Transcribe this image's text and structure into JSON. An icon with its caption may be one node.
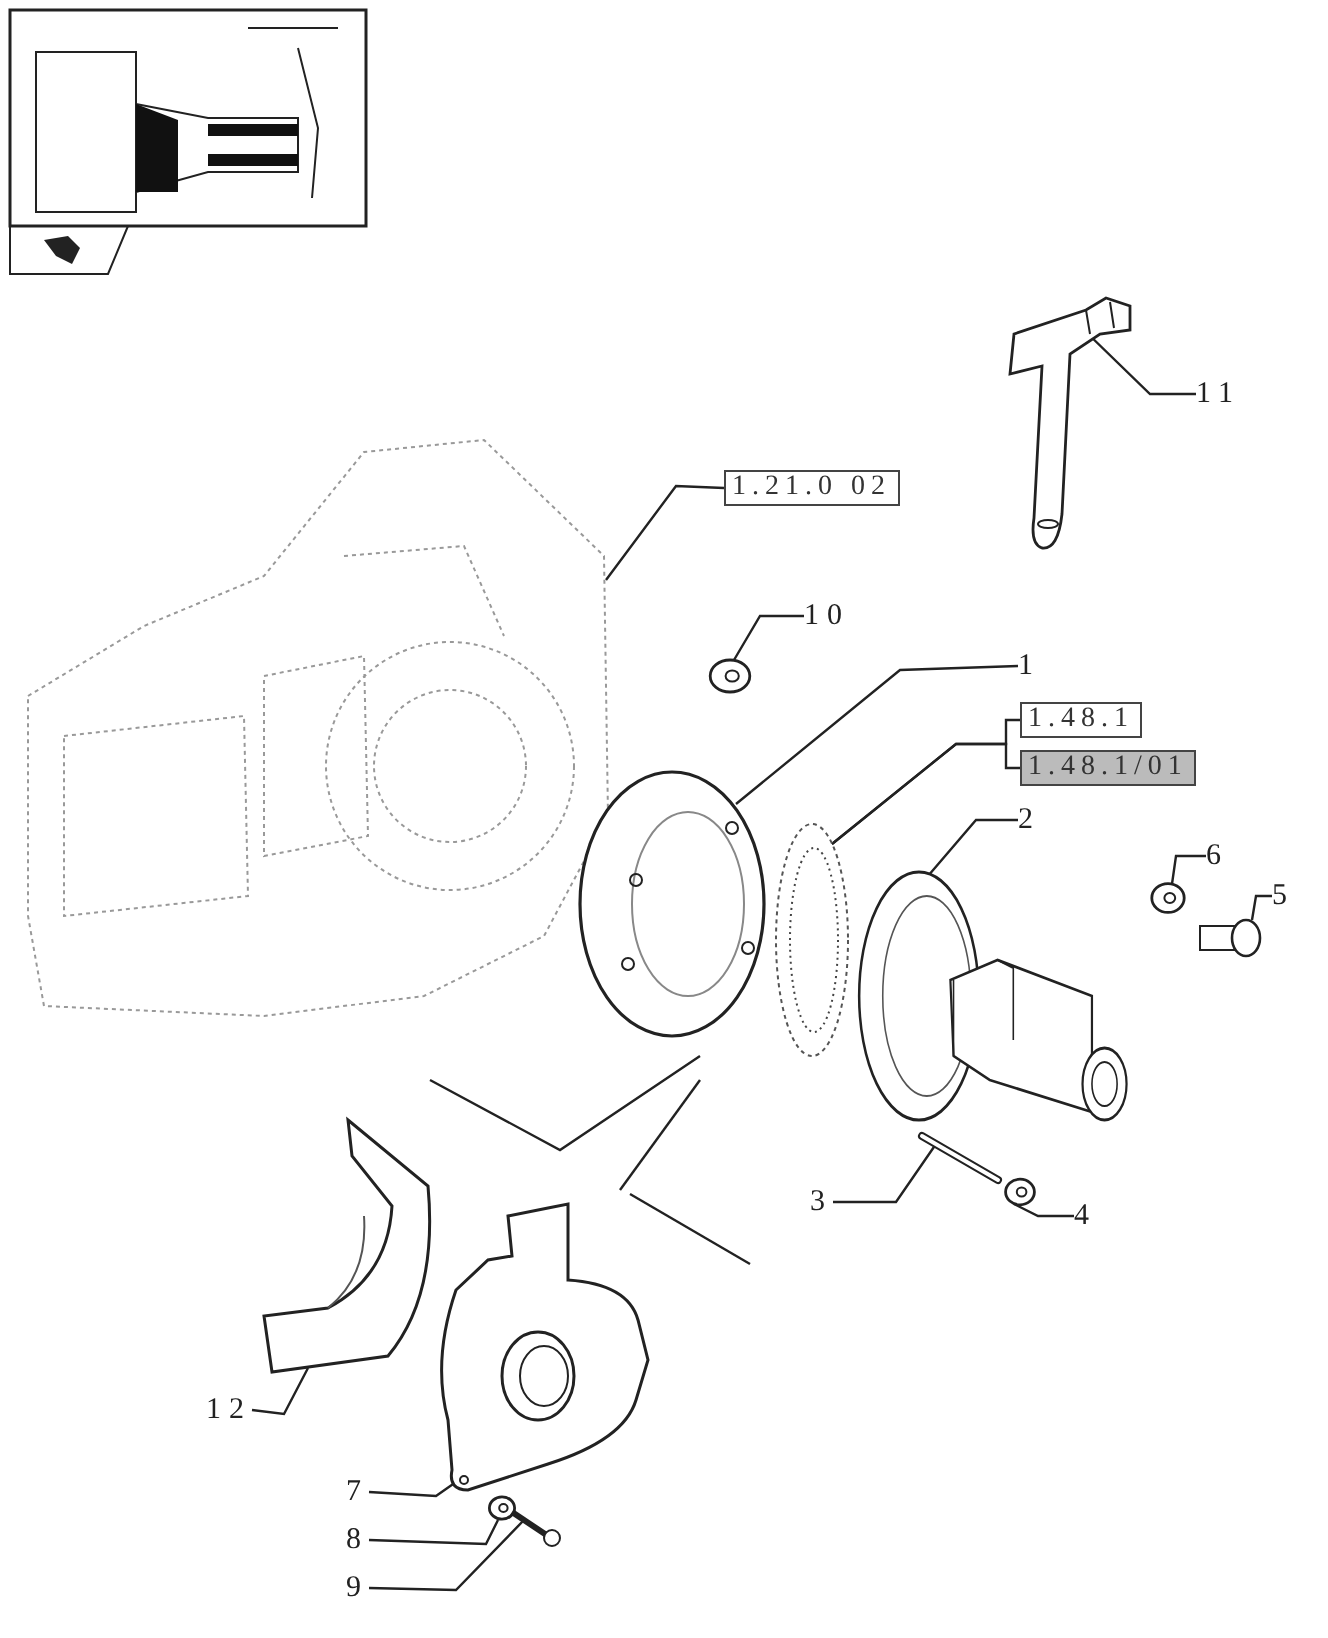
{
  "diagram": {
    "nodes": [
      {
        "text": [
          "11"
        ]
      },
      {
        "text": [],
        "shape": "picture"
      },
      {
        "text": [
          "1.21.0 02"
        ]
      },
      {
        "text": [],
        "shape": "picture"
      },
      {
        "text": [
          "10"
        ]
      },
      {
        "text": [],
        "shape": "picture"
      },
      {
        "text": [
          "1"
        ]
      },
      {
        "text": [
          "1.48.1"
        ]
      },
      {
        "text": [
          "1.48.1/01"
        ]
      },
      {
        "text": [],
        "shape": "picture"
      },
      {
        "text": [],
        "shape": "picture"
      },
      {
        "text": [
          "2"
        ]
      },
      {
        "text": [],
        "shape": "picture"
      },
      {
        "text": [
          "6"
        ]
      },
      {
        "text": [],
        "shape": "picture"
      },
      {
        "text": [
          "5"
        ]
      },
      {
        "text": [],
        "shape": "picture"
      },
      {
        "text": [
          "3"
        ]
      },
      {
        "text": [],
        "shape": "picture"
      },
      {
        "text": [
          "4"
        ]
      },
      {
        "text": [],
        "shape": "picture"
      },
      {
        "text": [
          "12"
        ]
      },
      {
        "text": [],
        "shape": "picture"
      },
      {
        "text": [],
        "shape": "picture"
      },
      {
        "text": [
          "7"
        ]
      },
      {
        "text": [
          "8"
        ]
      },
      {
        "text": [],
        "shape": "picture"
      },
      {
        "text": [
          "9"
        ]
      },
      {
        "text": [],
        "shape": "picture"
      }
    ],
    "edges": [
      {
        "from": 0,
        "to": 1,
        "arrow": "none"
      },
      {
        "from": 2,
        "to": 3,
        "arrow": "none"
      },
      {
        "from": 4,
        "to": 5,
        "arrow": "none"
      },
      {
        "from": 6,
        "to": 9,
        "arrow": "none"
      },
      {
        "from": 7,
        "to": 10,
        "arrow": "none"
      },
      {
        "from": 8,
        "to": 10,
        "arrow": "none"
      },
      {
        "from": 11,
        "to": 12,
        "arrow": "none"
      },
      {
        "from": 13,
        "to": 14,
        "arrow": "none"
      },
      {
        "from": 15,
        "to": 16,
        "arrow": "none"
      },
      {
        "from": 17,
        "to": 18,
        "arrow": "none"
      },
      {
        "from": 19,
        "to": 20,
        "arrow": "none"
      },
      {
        "from": 21,
        "to": 22,
        "arrow": "none"
      },
      {
        "from": 24,
        "to": 23,
        "arrow": "none"
      },
      {
        "from": 25,
        "to": 26,
        "arrow": "none"
      },
      {
        "from": 27,
        "to": 28,
        "arrow": "none"
      }
    ]
  }
}
